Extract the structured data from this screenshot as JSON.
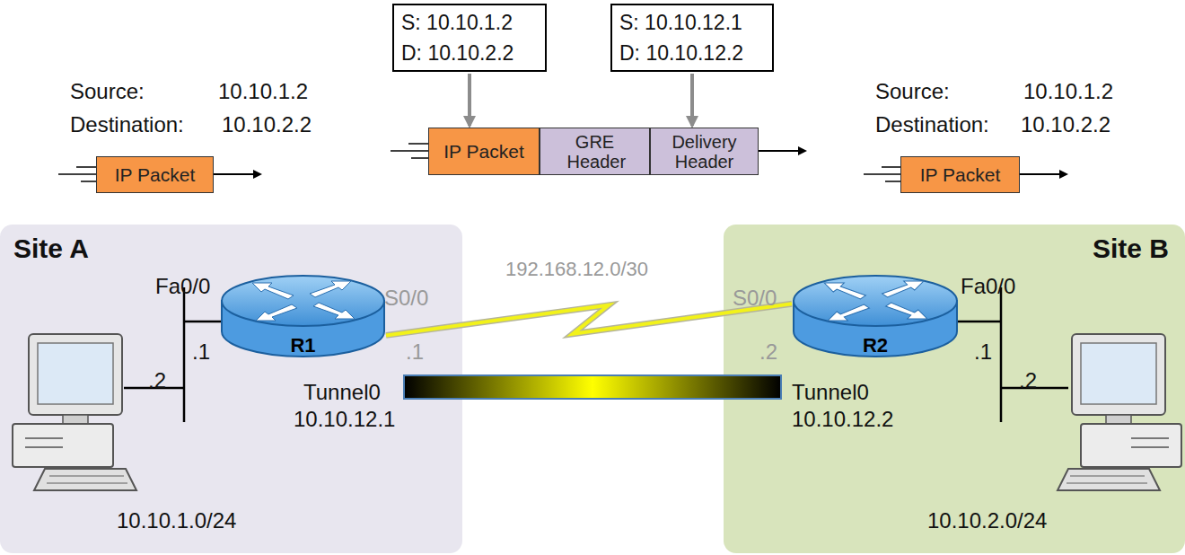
{
  "diagram": {
    "nodes": [
      {
        "text": [
          "S: 10.10.1.2",
          "D: 10.10.2.2"
        ]
      },
      {
        "text": [
          "S: 10.10.12.1",
          "D: 10.10.12.2"
        ]
      },
      {
        "text": [
          "IP Packet"
        ]
      },
      {
        "text": [
          "IP Packet"
        ]
      },
      {
        "text": [
          "GRE Header"
        ]
      },
      {
        "text": [
          "Delivery Header"
        ]
      },
      {
        "text": [
          "IP Packet"
        ]
      },
      {
        "text": [
          "Site A"
        ]
      },
      {
        "text": [
          "R1"
        ],
        "in": 7
      },
      {
        "text": [
          "Site B"
        ]
      },
      {
        "text": [
          "R2"
        ],
        "in": 9
      }
    ],
    "edges": [
      {
        "from": 0,
        "to": 3,
        "arrow": "to"
      },
      {
        "from": 1,
        "to": 5,
        "arrow": "to"
      },
      {
        "from": 8,
        "to": 10,
        "arrow": "none"
      }
    ],
    "labels": [
      "Source:",
      "10.10.1.2",
      "Destination:",
      "10.10.2.2",
      "Source:",
      "10.10.1.2",
      "Destination:",
      "10.10.2.2",
      "192.168.12.0/30",
      "Fa0/0",
      ".1",
      ".2",
      "S0/0",
      ".1",
      "Tunnel0",
      "10.10.12.1",
      "10.10.1.0/24",
      "S0/0",
      ".2",
      "Tunnel0",
      "10.10.12.2",
      "Fa0/0",
      ".1",
      ".2",
      "10.10.2.0/24"
    ]
  }
}
